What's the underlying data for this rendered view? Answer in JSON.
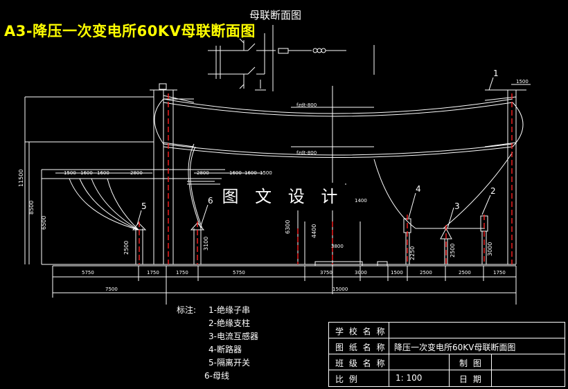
{
  "header": {
    "main_title": "A3-降压一次变电所60KV母联断面图",
    "sub_title": "母联断面图"
  },
  "watermark": "图 文 设 计",
  "labels": {
    "dim_top_1500": "1500",
    "bus_label_1": "fzdt-800",
    "bus_label_2": "fzdt-800",
    "num_1": "1",
    "num_2": "2",
    "num_3": "3",
    "num_4": "4",
    "num_5": "5",
    "num_6": "6",
    "vdim_11500": "11500",
    "vdim_8500": "8500",
    "vdim_6500": "6500",
    "vdim_6300": "6300",
    "vdim_4400": "4400",
    "vdim_2500_a": "2500",
    "vdim_3100": "3100",
    "vdim_2500_b": "2500",
    "vdim_3000": "3000",
    "vdim_2250": "2250",
    "hdim_3800": "3800",
    "hdim_1400": "1400",
    "top_dims_left": [
      "1500",
      "1600",
      "1600",
      "2800"
    ],
    "top_dims_mid": [
      "2800",
      "1600",
      "1600",
      "1500"
    ],
    "bottom_dims": [
      "5750",
      "1750",
      "1750",
      "5750",
      "3750",
      "3000",
      "1500",
      "2500",
      "2500",
      "1750"
    ],
    "total_left": "7500",
    "total_right": "15000"
  },
  "legend": {
    "head": "标注:",
    "items": [
      "1-绝缘子串",
      "2-绝缘支柱",
      "3-电流互感器",
      "4-断路器",
      "5-隔离开关",
      "6-母线"
    ]
  },
  "title_block": {
    "school_label": "学 校 名 称",
    "school_value": "",
    "drawing_label": "图 纸 名 称",
    "drawing_value": "降压一次变电所60KV母联断面图",
    "class_label": "班 级 名 称",
    "class_value": "",
    "drawer_label": "制  图",
    "drawer_value": "",
    "scale_label": "比    例",
    "scale_value": "1: 100",
    "date_label": "日  期",
    "date_value": ""
  },
  "colors": {
    "background": "#000000",
    "line": "#ffffff",
    "title": "#ffff00",
    "accent_red": "#ff2020"
  }
}
